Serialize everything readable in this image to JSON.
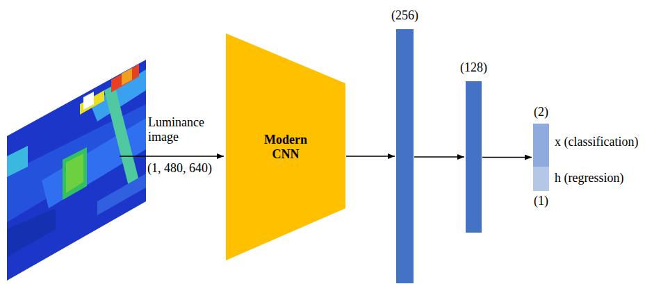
{
  "diagram": {
    "nodes": [
      {
        "text": [
          "Modern CNN"
        ]
      },
      {
        "text": [
          "(256)"
        ]
      },
      {
        "text": [
          "(128)"
        ]
      },
      {
        "text": [
          "(2)",
          "x (classification)",
          "h (regression)",
          "(1)"
        ]
      }
    ],
    "edges": [
      {
        "from": 0,
        "to": 1,
        "arrow": "to"
      },
      {
        "from": 1,
        "to": 2,
        "arrow": "to"
      },
      {
        "from": 2,
        "to": 3,
        "arrow": "to"
      }
    ],
    "labels": [
      "Luminance image",
      "(1, 480, 640)"
    ]
  }
}
